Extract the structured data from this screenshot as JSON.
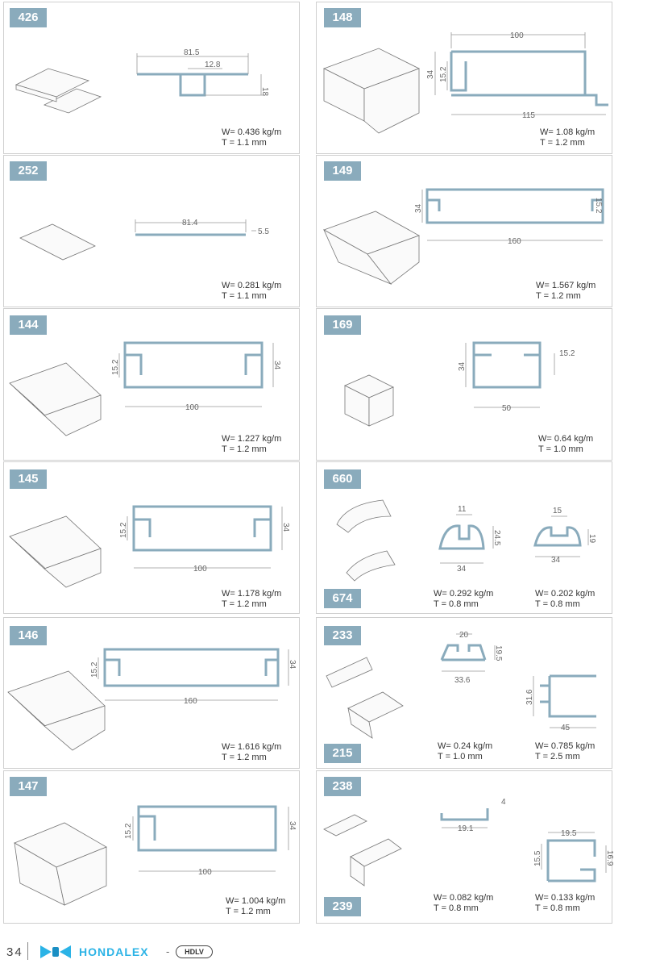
{
  "panels": [
    {
      "code": "426",
      "weight": "W= 0.436 kg/m",
      "thickness": "T = 1.1 mm",
      "dims": [
        "81.5",
        "12.8",
        "18"
      ]
    },
    {
      "code": "148",
      "weight": "W= 1.08 kg/m",
      "thickness": "T = 1.2 mm",
      "dims": [
        "100",
        "34",
        "15.2",
        "115"
      ]
    },
    {
      "code": "252",
      "weight": "W= 0.281 kg/m",
      "thickness": "T = 1.1 mm",
      "dims": [
        "81.4",
        "5.5"
      ]
    },
    {
      "code": "149",
      "weight": "W= 1.567 kg/m",
      "thickness": "T = 1.2 mm",
      "dims": [
        "34",
        "15.2",
        "160"
      ]
    },
    {
      "code": "144",
      "weight": "W= 1.227 kg/m",
      "thickness": "T = 1.2 mm",
      "dims": [
        "15.2",
        "34",
        "100"
      ]
    },
    {
      "code": "169",
      "weight": "W= 0.64 kg/m",
      "thickness": "T = 1.0 mm",
      "dims": [
        "34",
        "15.2",
        "50"
      ]
    },
    {
      "code": "145",
      "weight": "W= 1.178 kg/m",
      "thickness": "T = 1.2 mm",
      "dims": [
        "15.2",
        "34",
        "100"
      ]
    },
    {
      "code": "660",
      "code2": "674",
      "weight": "W= 0.292 kg/m",
      "thickness": "T = 0.8 mm",
      "weight2": "W= 0.202 kg/m",
      "thickness2": "T = 0.8 mm",
      "dims": [
        "11",
        "24.5",
        "34",
        "15",
        "19",
        "34"
      ]
    },
    {
      "code": "146",
      "weight": "W= 1.616 kg/m",
      "thickness": "T = 1.2 mm",
      "dims": [
        "15.2",
        "34",
        "160"
      ]
    },
    {
      "code": "233",
      "code2": "215",
      "weight": "W= 0.24 kg/m",
      "thickness": "T = 1.0 mm",
      "weight2": "W= 0.785 kg/m",
      "thickness2": "T = 2.5 mm",
      "dims": [
        "20",
        "19.5",
        "33.6",
        "31.6",
        "45"
      ]
    },
    {
      "code": "147",
      "weight": "W= 1.004 kg/m",
      "thickness": "T = 1.2 mm",
      "dims": [
        "15.2",
        "34",
        "100"
      ]
    },
    {
      "code": "238",
      "code2": "239",
      "weight": "W= 0.082 kg/m",
      "thickness": "T = 0.8 mm",
      "weight2": "W= 0.133 kg/m",
      "thickness2": "T = 0.8 mm",
      "dims": [
        "4",
        "19.1",
        "19.5",
        "15.5",
        "16.9"
      ]
    }
  ],
  "footer": {
    "page": "34",
    "brand": "HONDALEX",
    "separator": "-",
    "logo_text": "HDLV"
  },
  "colors": {
    "badge": "#8aabbc",
    "profile": "#8aabbc",
    "brand": "#2bb3e6"
  }
}
